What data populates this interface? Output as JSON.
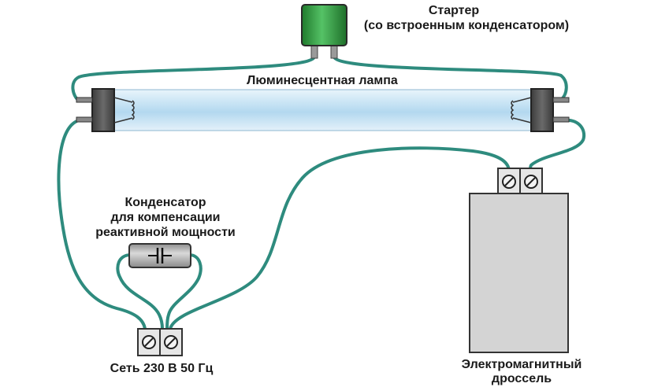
{
  "labels": {
    "starter_line1": "Стартер",
    "starter_line2": "(со встроенным конденсатором)",
    "lamp": "Люминесцентная лампа",
    "capacitor_line1": "Конденсатор",
    "capacitor_line2": "для компенсации",
    "capacitor_line3": "реактивной мощности",
    "mains": "Сеть 230 В 50 Гц",
    "ballast_line1": "Электромагнитный",
    "ballast_line2": "дроссель"
  },
  "colors": {
    "wire": "#2e8b7e",
    "starter": "#3aa84a",
    "ballast": "#d3d3d3",
    "tube": "#bfe0f2",
    "terminal": "#e0e0e0",
    "caps": "#555555"
  }
}
